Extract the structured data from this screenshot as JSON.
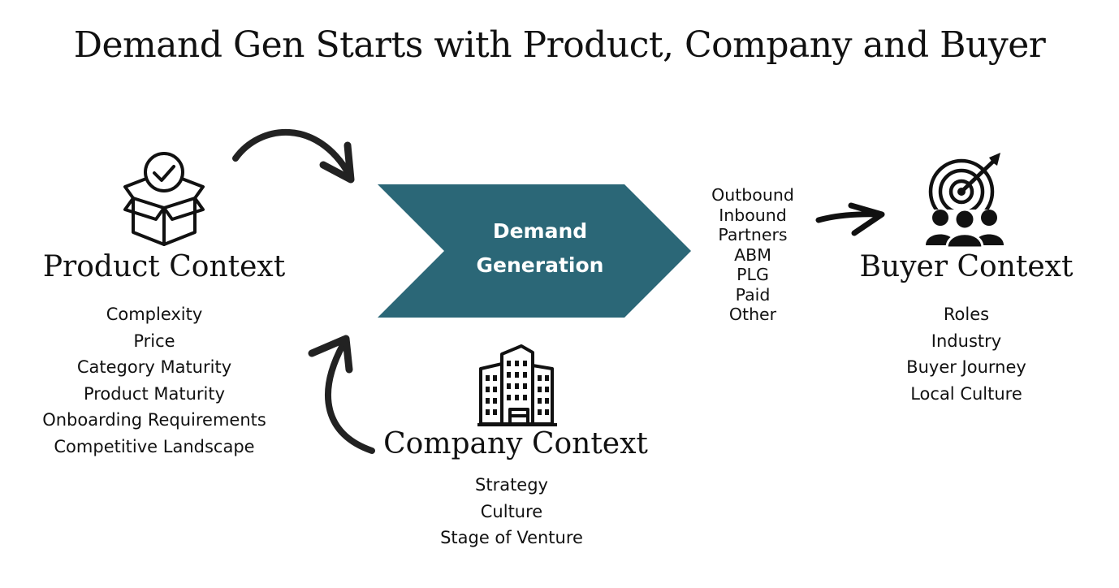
{
  "title": "Demand Gen Starts with Product, Company and Buyer",
  "center": {
    "line1": "Demand",
    "line2": "Generation",
    "color": "#2b6777"
  },
  "channels": [
    "Outbound",
    "Inbound",
    "Partners",
    "ABM",
    "PLG",
    "Paid",
    "Other"
  ],
  "product": {
    "heading": "Product Context",
    "icon": "product-box-check-icon",
    "items": [
      "Complexity",
      "Price",
      "Category Maturity",
      "Product Maturity",
      "Onboarding Requirements",
      "Competitive Landscape"
    ]
  },
  "company": {
    "heading": "Company Context",
    "icon": "office-buildings-icon",
    "items": [
      "Strategy",
      "Culture",
      "Stage of Venture"
    ]
  },
  "buyer": {
    "heading": "Buyer Context",
    "icon": "target-audience-icon",
    "items": [
      "Roles",
      "Industry",
      "Buyer Journey",
      "Local Culture"
    ]
  }
}
